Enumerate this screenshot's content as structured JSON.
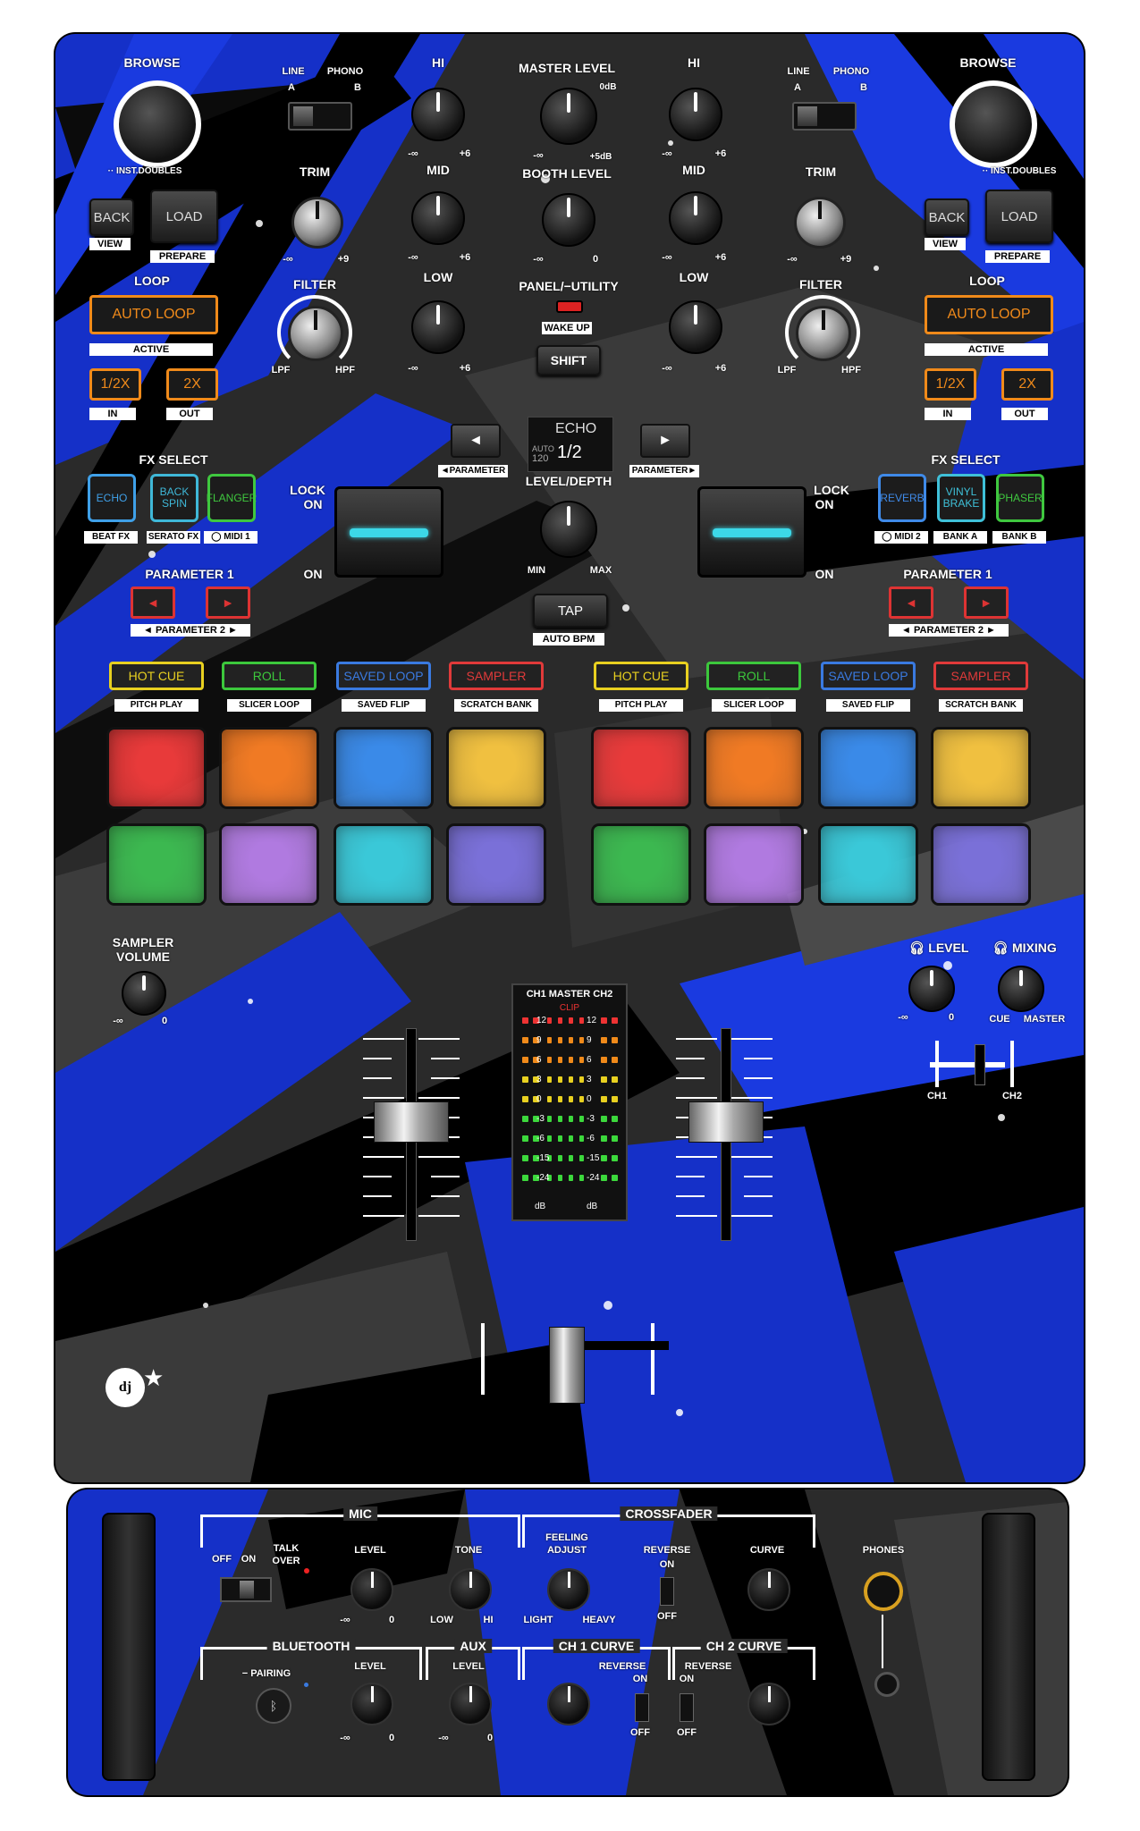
{
  "left_deck": {
    "browse": "BROWSE",
    "inst_doubles": "·· INST.DOUBLES",
    "back": "BACK",
    "view": "VIEW",
    "load": "LOAD",
    "prepare": "PREPARE",
    "loop": "LOOP",
    "auto_loop": "AUTO LOOP",
    "active": "ACTIVE",
    "half": "1/2X",
    "double": "2X",
    "in": "IN",
    "out": "OUT",
    "line": "LINE",
    "phono": "PHONO",
    "a": "A",
    "b": "B",
    "trim": "TRIM",
    "trim_min": "-∞",
    "trim_max": "+9",
    "filter": "FILTER",
    "lpf": "LPF",
    "hpf": "HPF"
  },
  "right_deck": {
    "browse": "BROWSE",
    "inst_doubles": "·· INST.DOUBLES",
    "back": "BACK",
    "view": "VIEW",
    "load": "LOAD",
    "prepare": "PREPARE",
    "loop": "LOOP",
    "auto_loop": "AUTO LOOP",
    "active": "ACTIVE",
    "half": "1/2X",
    "double": "2X",
    "in": "IN",
    "out": "OUT",
    "line": "LINE",
    "phono": "PHONO",
    "a": "A",
    "b": "B",
    "trim": "TRIM",
    "trim_min": "-∞",
    "trim_max": "+9",
    "filter": "FILTER",
    "lpf": "LPF",
    "hpf": "HPF"
  },
  "eq": {
    "hi": "HI",
    "mid": "MID",
    "low": "LOW",
    "min": "-∞",
    "max": "+6"
  },
  "center": {
    "master_level": "MASTER LEVEL",
    "odb": "0dB",
    "plus5db": "+5dB",
    "booth_level": "BOOTH LEVEL",
    "zero": "0",
    "min": "-∞",
    "panel_utility": "PANEL/−UTILITY",
    "wake_up": "WAKE UP",
    "shift": "SHIFT",
    "fx_name": "ECHO",
    "fx_auto": "AUTO",
    "fx_bpm": "120",
    "fx_value": "1/2",
    "parameter": "PARAMETER",
    "level_depth": "LEVEL/DEPTH",
    "level_min": "MIN",
    "level_max": "MAX",
    "tap": "TAP",
    "auto_bpm": "AUTO BPM",
    "lock": "LOCK",
    "on": "ON"
  },
  "fx_left": {
    "title": "FX SELECT",
    "buttons": [
      {
        "label": "ECHO",
        "sub": "BEAT FX",
        "color": "#3fa0e8"
      },
      {
        "label": "BACK SPIN",
        "sub": "SERATO FX",
        "color": "#3fb8d8"
      },
      {
        "label": "FLANGER",
        "sub": "◯ MIDI 1",
        "color": "#3fc83f"
      }
    ],
    "parameter1": "PARAMETER 1",
    "parameter2": "◄  PARAMETER 2  ►"
  },
  "fx_right": {
    "title": "FX SELECT",
    "buttons": [
      {
        "label": "REVERB",
        "sub": "◯ MIDI 2",
        "color": "#3f8ae8"
      },
      {
        "label": "VINYL BRAKE",
        "sub": "BANK A",
        "color": "#3fc0d8"
      },
      {
        "label": "PHASER",
        "sub": "BANK B",
        "color": "#3fc83f"
      }
    ],
    "parameter1": "PARAMETER 1",
    "parameter2": "◄  PARAMETER 2  ►"
  },
  "modes_left": [
    {
      "label": "HOT CUE",
      "sub": "PITCH PLAY",
      "color": "#e8d020"
    },
    {
      "label": "ROLL",
      "sub": "SLICER LOOP",
      "color": "#3cc83c"
    },
    {
      "label": "SAVED LOOP",
      "sub": "SAVED FLIP",
      "color": "#3a7ae0"
    },
    {
      "label": "SAMPLER",
      "sub": "SCRATCH BANK",
      "color": "#e03a3a"
    }
  ],
  "modes_right": [
    {
      "label": "HOT CUE",
      "sub": "PITCH PLAY",
      "color": "#e8d020"
    },
    {
      "label": "ROLL",
      "sub": "SLICER LOOP",
      "color": "#3cc83c"
    },
    {
      "label": "SAVED LOOP",
      "sub": "SAVED FLIP",
      "color": "#3a7ae0"
    },
    {
      "label": "SAMPLER",
      "sub": "SCRATCH BANK",
      "color": "#e03a3a"
    }
  ],
  "pad_colors": [
    "#e83a3a",
    "#f07a24",
    "#3a8ae8",
    "#f0c040",
    "#3cb850",
    "#b07ae0",
    "#3ac8d8",
    "#7a70d8"
  ],
  "sampler": {
    "title": "SAMPLER VOLUME",
    "min": "-∞",
    "max": "0"
  },
  "headphone": {
    "level": "LEVEL",
    "mixing": "MIXING",
    "min": "-∞",
    "max": "0",
    "cue": "CUE",
    "master": "MASTER",
    "ch1": "CH1",
    "ch2": "CH2"
  },
  "meter": {
    "header": "CH1 MASTER CH2",
    "clip": "CLIP",
    "scale": [
      "12",
      "9",
      "6",
      "3",
      "0",
      "-3",
      "-6",
      "-15",
      "-24"
    ],
    "unit": "dB"
  },
  "front": {
    "mic": "MIC",
    "off": "OFF",
    "on": "ON",
    "talk_over": "TALK OVER",
    "level": "LEVEL",
    "tone": "TONE",
    "low": "LOW",
    "hi": "HI",
    "min": "-∞",
    "zero": "0",
    "crossfader": "CROSSFADER",
    "feeling_adjust": "FEELING ADJUST",
    "light": "LIGHT",
    "heavy": "HEAVY",
    "reverse": "REVERSE",
    "curve": "CURVE",
    "phones": "PHONES",
    "bluetooth": "BLUETOOTH",
    "pairing": "− PAIRING",
    "aux": "AUX",
    "ch1_curve": "CH 1 CURVE",
    "ch2_curve": "CH 2 CURVE"
  },
  "colors": {
    "accent_orange": "#f08a1a",
    "blue_graphic": "#1a2fd0",
    "body": "#2e2e2e"
  }
}
